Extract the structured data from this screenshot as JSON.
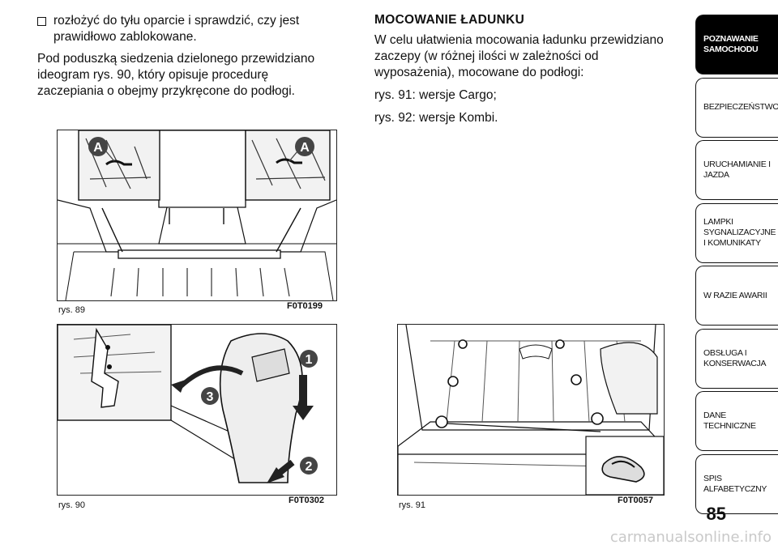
{
  "left": {
    "bullet": "rozłożyć do tyłu oparcie i sprawdzić, czy jest prawidłowo zablokowane.",
    "paragraph": "Pod poduszką siedzenia dzielonego przewidziano ideogram rys. 90, który opisuje procedurę zaczepiania o obejmy przykręcone do podłogi."
  },
  "right": {
    "heading": "MOCOWANIE ŁADUNKU",
    "paragraph": "W celu ułatwienia mocowania ładunku przewidziano zaczepy (w różnej ilości w zależności od wyposażenia), mocowane do podłogi:",
    "line1": "rys. 91: wersje Cargo;",
    "line2": "rys. 92: wersje Kombi."
  },
  "figures": {
    "fig89": {
      "caption": "rys. 89",
      "code": "F0T0199",
      "callout_left": "A",
      "callout_right": "A"
    },
    "fig90": {
      "caption": "rys. 90",
      "code": "F0T0302",
      "step1": "1",
      "step2": "2",
      "step3": "3"
    },
    "fig91": {
      "caption": "rys. 91",
      "code": "F0T0057"
    }
  },
  "sidebar": {
    "tabs": [
      {
        "label": "POZNAWANIE SAMOCHODU",
        "active": true
      },
      {
        "label": "BEZPIECZEŃSTWO",
        "active": false
      },
      {
        "label": "URUCHAMIANIE I JAZDA",
        "active": false
      },
      {
        "label": "LAMPKI SYGNALIZACYJNE I KOMUNIKATY",
        "active": false
      },
      {
        "label": "W RAZIE AWARII",
        "active": false
      },
      {
        "label": "OBSŁUGA I KONSERWACJA",
        "active": false
      },
      {
        "label": "DANE TECHNICZNE",
        "active": false
      },
      {
        "label": "SPIS ALFABETYCZNY",
        "active": false
      }
    ]
  },
  "page_number": "85",
  "watermark": "carmanualsonline.info"
}
